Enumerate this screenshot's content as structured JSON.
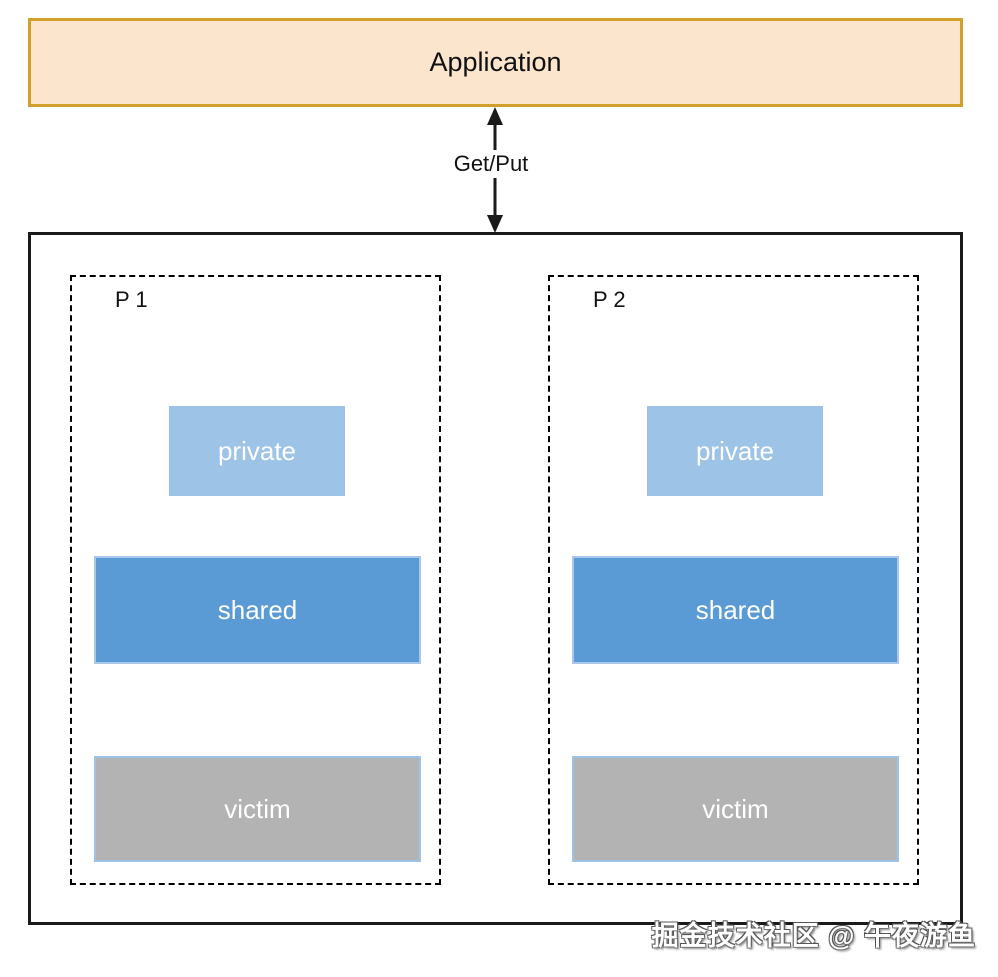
{
  "diagram": {
    "application_label": "Application",
    "connector_label": "Get/Put",
    "processes": [
      {
        "label": "P 1",
        "blocks": [
          "private",
          "shared",
          "victim"
        ]
      },
      {
        "label": "P 2",
        "blocks": [
          "private",
          "shared",
          "victim"
        ]
      }
    ],
    "watermark": "掘金技术社区 @ 午夜游鱼"
  },
  "colors": {
    "app_fill": "#FCE5CD",
    "app_border": "#D2A02A",
    "private_fill": "#9DC3E6",
    "shared_fill": "#5B9BD5",
    "shared_border": "#A9C7E8",
    "victim_fill": "#B3B3B3",
    "victim_border": "#9DC3E6"
  }
}
